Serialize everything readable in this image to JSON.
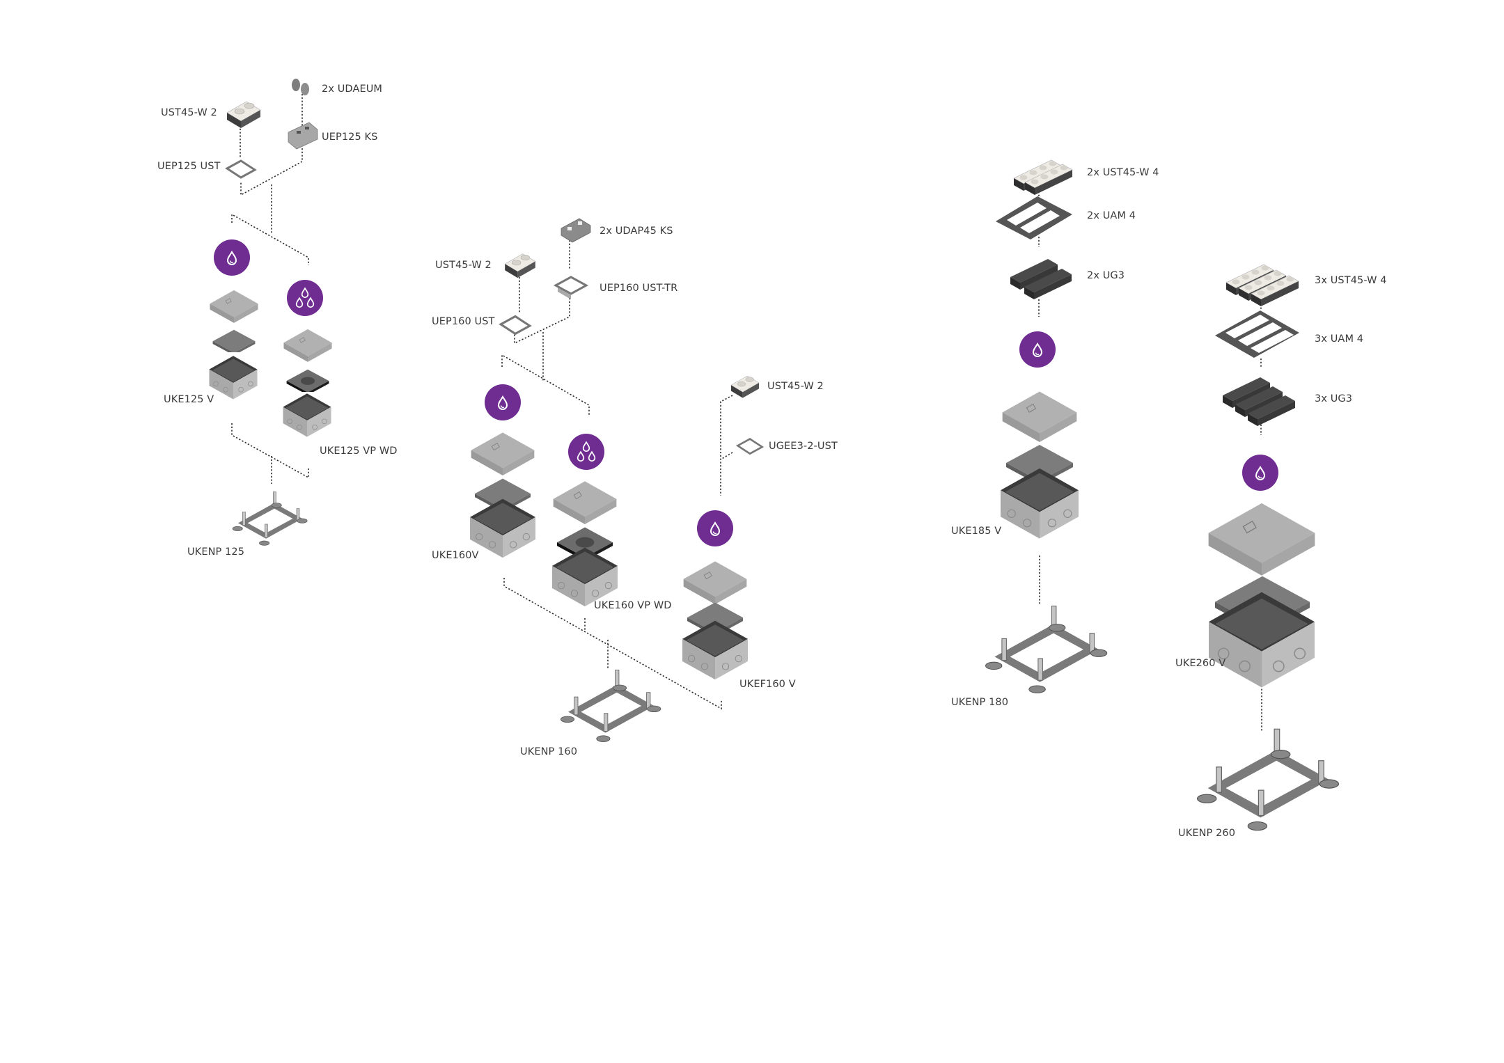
{
  "diagram": {
    "accent_color": "#6f2c91",
    "badges": {
      "single_drop": "water-protection-single-drop-icon",
      "triple_drop": "water-protection-triple-drop-icon"
    },
    "groups": [
      {
        "name": "UKE125",
        "components": [
          {
            "id": "udaeum",
            "label": "2x UDAEUM"
          },
          {
            "id": "ust45w2_a",
            "label": "UST45-W 2"
          },
          {
            "id": "uep125ks",
            "label": "UEP125 KS"
          },
          {
            "id": "uep125ust",
            "label": "UEP125 UST"
          },
          {
            "id": "uke125v",
            "label": "UKE125 V",
            "badge": "single_drop"
          },
          {
            "id": "uke125vpwd",
            "label": "UKE125 VP WD",
            "badge": "triple_drop"
          },
          {
            "id": "ukenp125",
            "label": "UKENP 125"
          }
        ]
      },
      {
        "name": "UKE160",
        "components": [
          {
            "id": "udap45ks",
            "label": "2x UDAP45 KS"
          },
          {
            "id": "ust45w2_b",
            "label": "UST45-W 2"
          },
          {
            "id": "uep160usttr",
            "label": "UEP160 UST-TR"
          },
          {
            "id": "uep160ust",
            "label": "UEP160 UST"
          },
          {
            "id": "uke160v",
            "label": "UKE160V",
            "badge": "single_drop"
          },
          {
            "id": "uke160vpwd",
            "label": "UKE160 VP WD",
            "badge": "triple_drop"
          },
          {
            "id": "ust45w2_c",
            "label": "UST45-W 2"
          },
          {
            "id": "ugee32ust",
            "label": "UGEE3-2-UST"
          },
          {
            "id": "ukef160v",
            "label": "UKEF160 V",
            "badge": "single_drop"
          },
          {
            "id": "ukenp160",
            "label": "UKENP 160"
          }
        ]
      },
      {
        "name": "UKE185",
        "components": [
          {
            "id": "ust45w4_2x",
            "label": "2x UST45-W 4"
          },
          {
            "id": "uam4_2x",
            "label": "2x UAM 4"
          },
          {
            "id": "ug3_2x",
            "label": "2x UG3"
          },
          {
            "id": "uke185v",
            "label": "UKE185 V",
            "badge": "single_drop"
          },
          {
            "id": "ukenp180",
            "label": "UKENP 180"
          }
        ]
      },
      {
        "name": "UKE260",
        "components": [
          {
            "id": "ust45w4_3x",
            "label": "3x UST45-W 4"
          },
          {
            "id": "uam4_3x",
            "label": "3x UAM 4"
          },
          {
            "id": "ug3_3x",
            "label": "3x UG3"
          },
          {
            "id": "uke260v",
            "label": "UKE260 V",
            "badge": "single_drop"
          },
          {
            "id": "ukenp260",
            "label": "UKENP 260"
          }
        ]
      }
    ]
  }
}
